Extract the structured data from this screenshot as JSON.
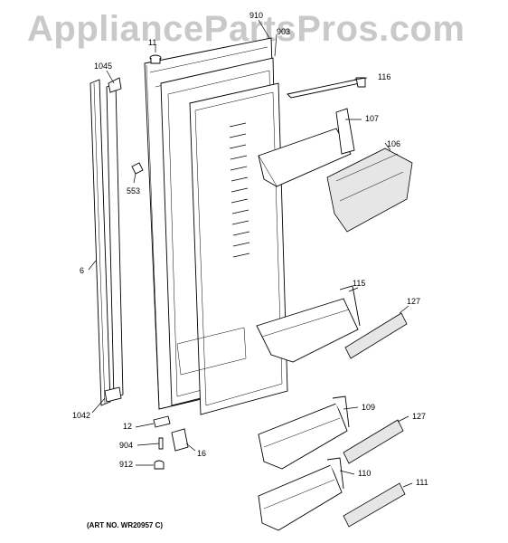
{
  "watermark": "AppliancePartsPros.com",
  "art_number": "(ART NO. WR20957 C)",
  "callouts": {
    "p910": "910",
    "p903": "903",
    "p11": "11",
    "p1045": "1045",
    "p116": "116",
    "p107": "107",
    "p106": "106",
    "p553": "553",
    "p6": "6",
    "p115": "115",
    "p127a": "127",
    "p1042": "1042",
    "p109": "109",
    "p127b": "127",
    "p12": "12",
    "p904": "904",
    "p16": "16",
    "p912": "912",
    "p110": "110",
    "p111": "111"
  }
}
